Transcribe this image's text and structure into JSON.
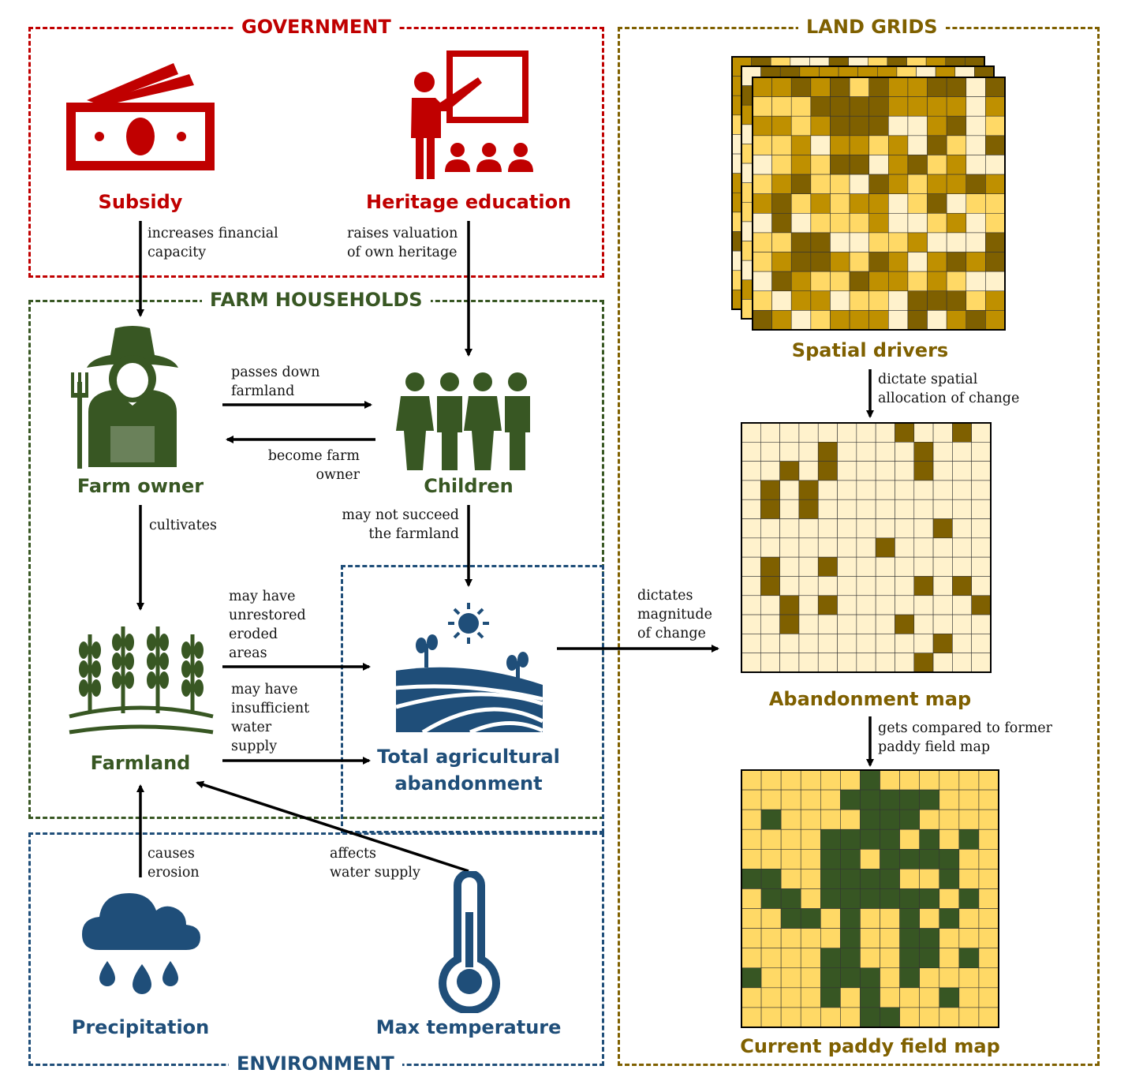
{
  "colors": {
    "government": "#c00000",
    "farm": "#385723",
    "environment": "#1f4e79",
    "land": "#7f6000",
    "arrow": "#000000",
    "grid_light": "#fff2cc",
    "grid_mid": "#ffd966",
    "grid_dark": "#bf9000",
    "grid_darker": "#7f6000",
    "paddy_green": "#375623"
  },
  "groups": {
    "government": "GOVERNMENT",
    "farm": "FARM HOUSEHOLDS",
    "environment": "ENVIRONMENT",
    "land": "LAND GRIDS"
  },
  "nodes": {
    "subsidy": {
      "label": "Subsidy",
      "icon": "money-icon"
    },
    "heritage": {
      "label": "Heritage education",
      "icon": "teacher-icon"
    },
    "farm_owner": {
      "label": "Farm owner",
      "icon": "farmer-icon"
    },
    "children": {
      "label": "Children",
      "icon": "family-icon"
    },
    "farmland": {
      "label": "Farmland",
      "icon": "wheat-icon"
    },
    "abandonment": {
      "label": "Total agricultural\nabandonment",
      "icon": "field-icon"
    },
    "precipitation": {
      "label": "Precipitation",
      "icon": "rain-cloud-icon"
    },
    "max_temp": {
      "label": "Max temperature",
      "icon": "thermometer-icon"
    },
    "spatial_drivers": {
      "label": "Spatial drivers"
    },
    "abandonment_map": {
      "label": "Abandonment map"
    },
    "paddy_map": {
      "label": "Current paddy field map"
    }
  },
  "edges": {
    "subsidy_owner": "increases financial\ncapacity",
    "heritage_children": "raises valuation\nof own heritage",
    "owner_children": "passes down\nfarmland",
    "children_owner": "become farm\nowner",
    "owner_farmland": "cultivates",
    "children_abandon": "may not succeed\nthe farmland",
    "farmland_abandon_1": "may have\nunrestored\neroded\nareas",
    "farmland_abandon_2": "may have\ninsufficient\nwater\nsupply",
    "abandon_map": "dictates\nmagnitude\nof change",
    "drivers_map": "dictate spatial\nallocation of change",
    "map_paddy": "gets compared to former\npaddy field map",
    "precip_farmland": "causes\nerosion",
    "temp_farmland": "affects\nwater supply"
  }
}
